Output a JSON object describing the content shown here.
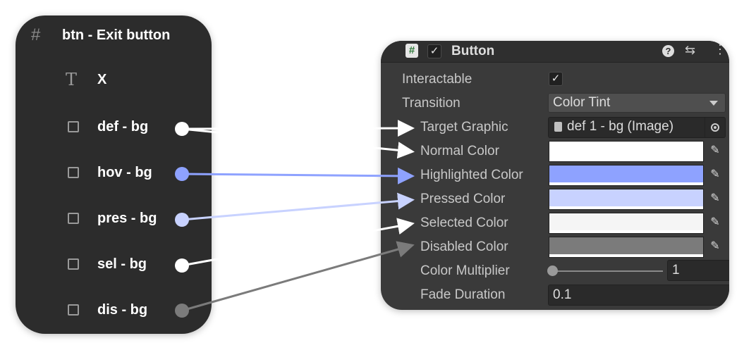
{
  "hierarchy": {
    "title": "btn - Exit button",
    "text_item": "X",
    "items": [
      "def - bg",
      "hov - bg",
      "pres - bg",
      "sel - bg",
      "dis - bg"
    ]
  },
  "component": {
    "title": "Button",
    "script_icon": "#",
    "checkbox": "✓",
    "help_icon": "?",
    "preset_icon": "⇆",
    "more_icon": "⋮"
  },
  "fields": {
    "interactable": {
      "label": "Interactable",
      "checked": true,
      "mark": "✓"
    },
    "transition": {
      "label": "Transition",
      "value": "Color Tint"
    },
    "target_graphic": {
      "label": "Target Graphic",
      "value": "def 1 - bg (Image)"
    },
    "normal_color": {
      "label": "Normal Color",
      "color": "#ffffff"
    },
    "highlighted_color": {
      "label": "Highlighted Color",
      "color": "#8ea2ff"
    },
    "pressed_color": {
      "label": "Pressed Color",
      "color": "#c8d2ff"
    },
    "selected_color": {
      "label": "Selected Color",
      "color": "#f5f5f5"
    },
    "disabled_color": {
      "label": "Disabled Color",
      "color": "#7b7b7b"
    },
    "color_multiplier": {
      "label": "Color Multiplier",
      "value": "1"
    },
    "fade_duration": {
      "label": "Fade Duration",
      "value": "0.1"
    }
  },
  "picker_icon": "✎",
  "connector_colors": {
    "def": "#ffffff",
    "hov": "#8ea2ff",
    "pres": "#c8d2ff",
    "sel": "#ffffff",
    "dis": "#7b7b7b"
  }
}
